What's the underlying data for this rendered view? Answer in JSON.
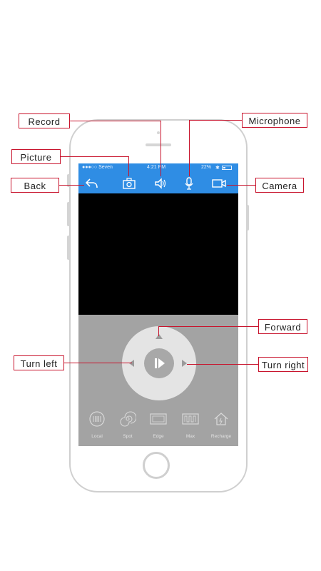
{
  "status_bar": {
    "carrier": "●●●○○ Seven",
    "time": "4:21 PM",
    "battery": "22%"
  },
  "toolbar": {
    "back_icon": "back-arrow-icon",
    "picture_icon": "camera-snapshot-icon",
    "record_icon": "speaker-icon",
    "microphone_icon": "microphone-icon",
    "camera_icon": "video-camera-icon",
    "accent_color": "#2f8de4"
  },
  "modes": [
    {
      "label": "Local",
      "icon": "local-icon"
    },
    {
      "label": "Spot",
      "icon": "spiral-icon"
    },
    {
      "label": "Edge",
      "icon": "edge-icon"
    },
    {
      "label": "Max",
      "icon": "zigzag-icon"
    },
    {
      "label": "Recharge",
      "icon": "home-icon"
    }
  ],
  "callouts": {
    "record": "Record",
    "microphone": "Microphone",
    "picture": "Picture",
    "back": "Back",
    "camera": "Camera",
    "forward": "Forward",
    "turn_left": "Turn left",
    "turn_right": "Turn right"
  },
  "callout_color": "#c8142d"
}
